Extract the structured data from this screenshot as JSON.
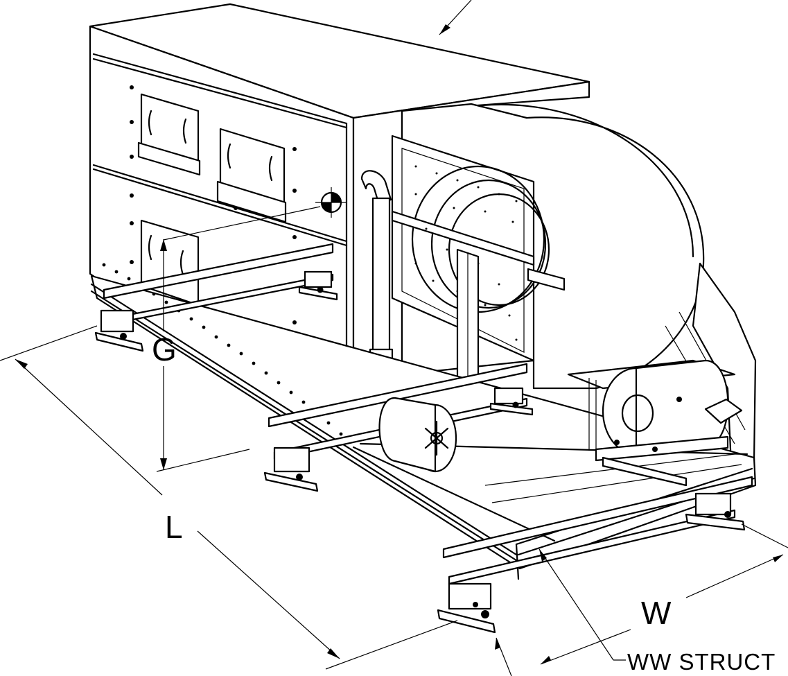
{
  "labels": {
    "dim_g": "G",
    "dim_l": "L",
    "dim_w": "W",
    "callout_structure": "WW STRUCT"
  },
  "colors": {
    "line": "#000000",
    "background": "#ffffff"
  }
}
